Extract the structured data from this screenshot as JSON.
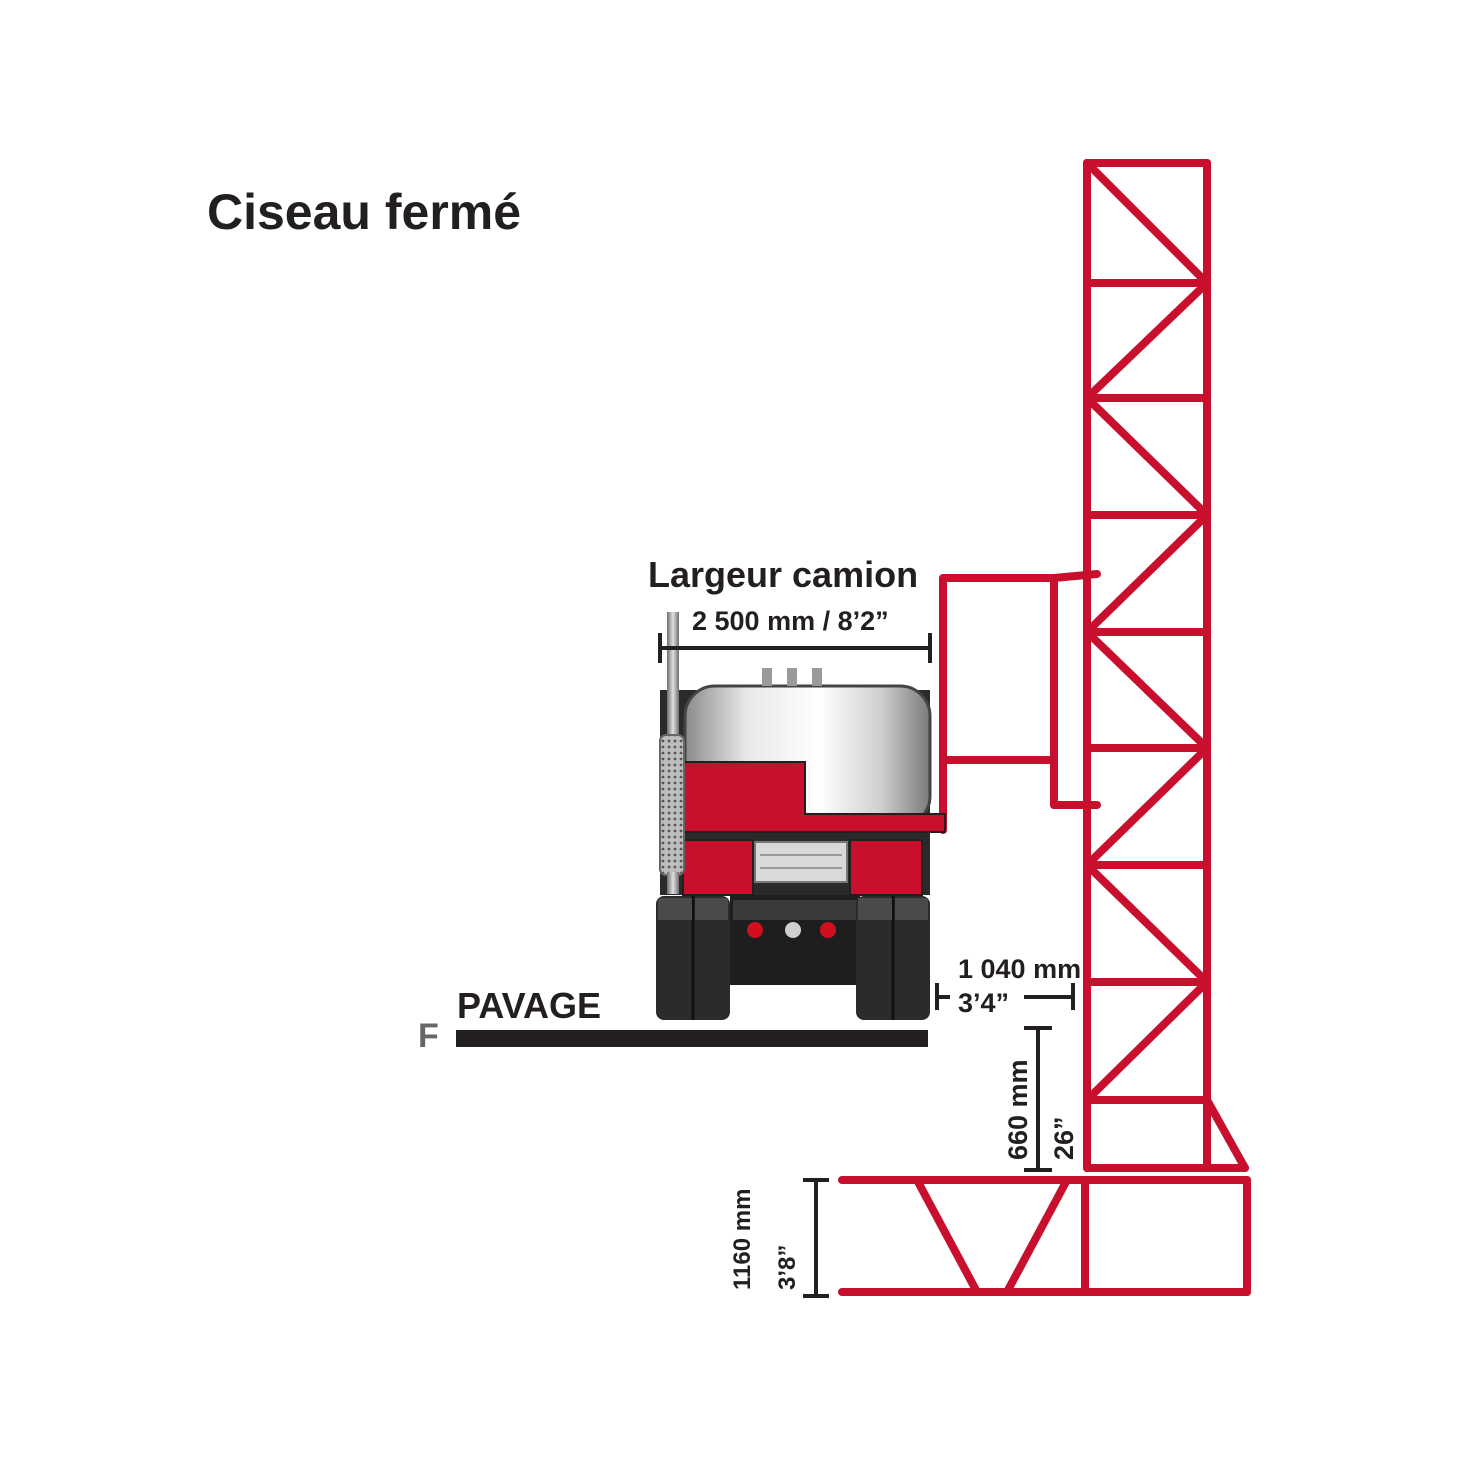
{
  "title": "Ciseau fermé",
  "truck_width": {
    "label": "Largeur camion",
    "value": "2 500 mm / 8’2”"
  },
  "ground": {
    "letter": "F",
    "label": "PAVAGE"
  },
  "offset_dimension": {
    "metric": "1 040 mm",
    "imperial": "3’4”"
  },
  "vertical_dimension": {
    "metric": "660 mm",
    "imperial": "26”"
  },
  "base_dimension": {
    "metric": "1160 mm",
    "imperial": "3’8”"
  },
  "colors": {
    "structure": "#c8102e",
    "text": "#231f20",
    "pavement": "#231f20"
  }
}
